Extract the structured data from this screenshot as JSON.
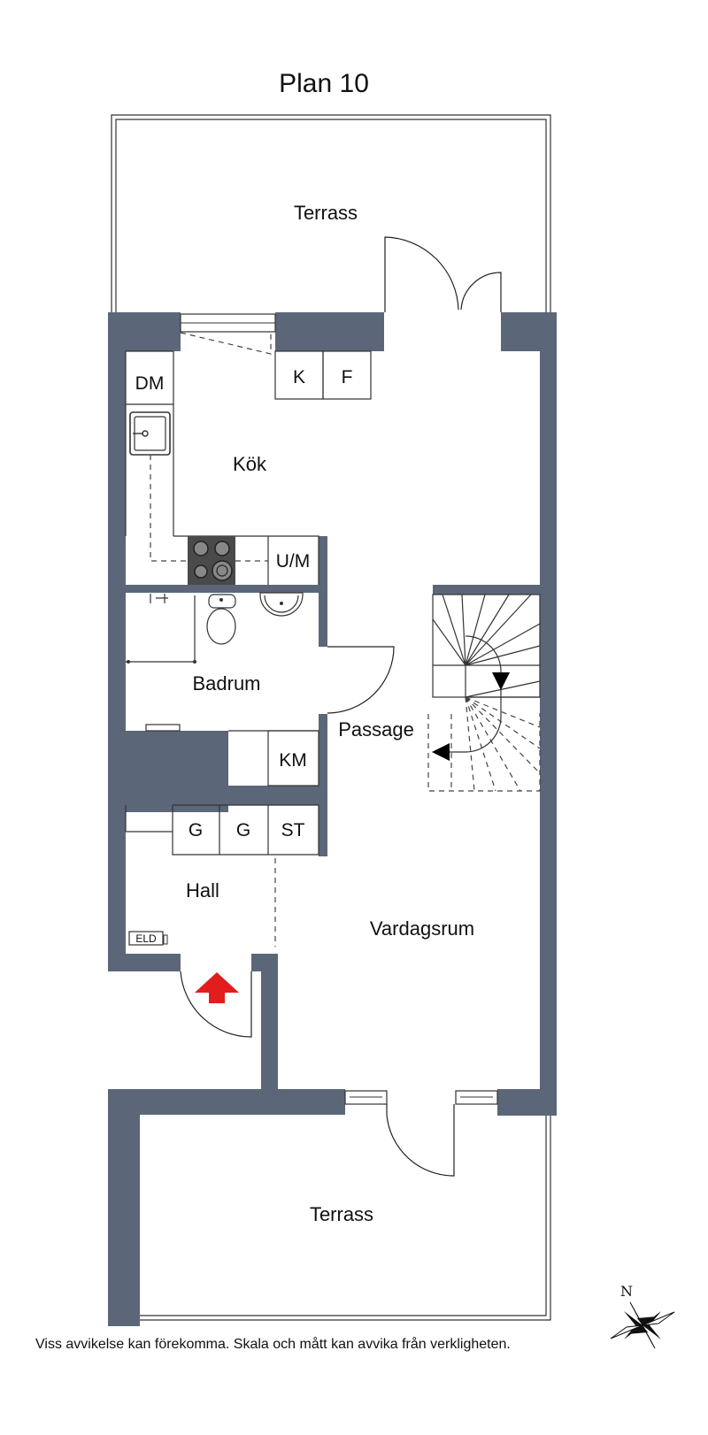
{
  "title": "Plan 10",
  "rooms": {
    "terrace_top": "Terrass",
    "kitchen": "Kök",
    "bathroom": "Badrum",
    "passage": "Passage",
    "hall": "Hall",
    "living": "Vardagsrum",
    "terrace_bottom": "Terrass"
  },
  "fixtures": {
    "fridge_k": "K",
    "freezer_f": "F",
    "dishwasher": "DM",
    "microwave_oven": "U/M",
    "washer_dryer": "KM",
    "wardrobe_1": "G",
    "wardrobe_2": "G",
    "storage": "ST",
    "electric_panel": "ELD"
  },
  "entrance_marker_color": "#e11d1d",
  "wall_color": "#5b6679",
  "compass": {
    "north_label": "N"
  },
  "disclaimer": "Viss avvikelse kan förekomma. Skala och mått kan avvika från verkligheten."
}
